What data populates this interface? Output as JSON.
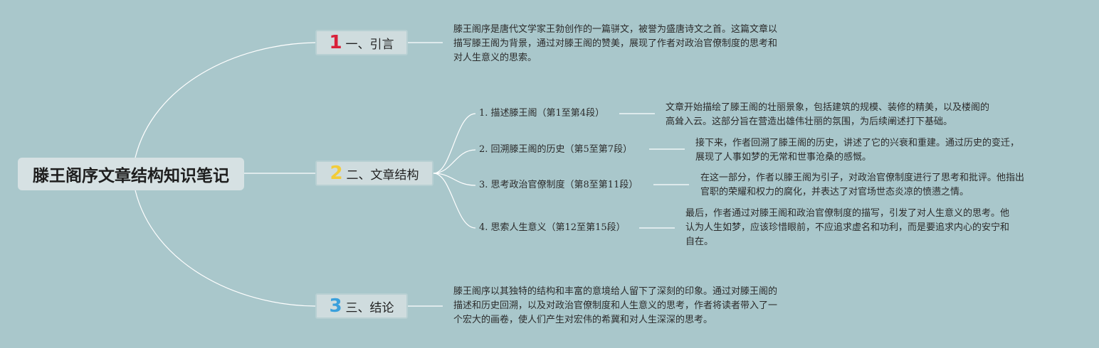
{
  "root": {
    "title": "滕王阁序文章结构知识笔记"
  },
  "sections": [
    {
      "number": "1",
      "number_color": "#d9213a",
      "title": "一、引言",
      "description": [
        "滕王阁序是唐代文学家王勃创作的一篇骈文，被誉为盛唐诗文之首。这篇文章以",
        "描写滕王阁为背景，通过对滕王阁的赞美，展现了作者对政治官僚制度的思考和",
        "对人生意义的思索。"
      ]
    },
    {
      "number": "2",
      "number_color": "#f2cc3a",
      "title": "二、文章结构",
      "items": [
        {
          "label": "1. 描述滕王阁（第1至第4段）",
          "description": [
            "文章开始描绘了滕王阁的壮丽景象，包括建筑的规模、装修的精美，以及楼阁的",
            "高耸入云。这部分旨在营造出雄伟壮丽的氛围，为后续阐述打下基础。"
          ]
        },
        {
          "label": "2. 回溯滕王阁的历史（第5至第7段）",
          "description": [
            "接下来，作者回溯了滕王阁的历史，讲述了它的兴衰和重建。通过历史的变迁，",
            "展现了人事如梦的无常和世事沧桑的感慨。"
          ]
        },
        {
          "label": "3. 思考政治官僚制度（第8至第11段）",
          "description": [
            "在这一部分，作者以滕王阁为引子，对政治官僚制度进行了思考和批评。他指出",
            "官职的荣耀和权力的腐化，并表达了对官场世态炎凉的愤懑之情。"
          ]
        },
        {
          "label": "4. 思索人生意义（第12至第15段）",
          "description": [
            "最后，作者通过对滕王阁和政治官僚制度的描写，引发了对人生意义的思考。他",
            "认为人生如梦，应该珍惜眼前，不应追求虚名和功利，而是要追求内心的安宁和",
            "自在。"
          ]
        }
      ]
    },
    {
      "number": "3",
      "number_color": "#3aa0dc",
      "title": "三、结论",
      "description": [
        "滕王阁序以其独特的结构和丰富的意境给人留下了深刻的印象。通过对滕王阁的",
        "描述和历史回溯，以及对政治官僚制度和人生意义的思考，作者将读者带入了一",
        "个宏大的画卷，使人们产生对宏伟的希冀和对人生深深的思考。"
      ]
    }
  ],
  "colors": {
    "background": "#a9c7cb",
    "connector": "#ffffff"
  }
}
